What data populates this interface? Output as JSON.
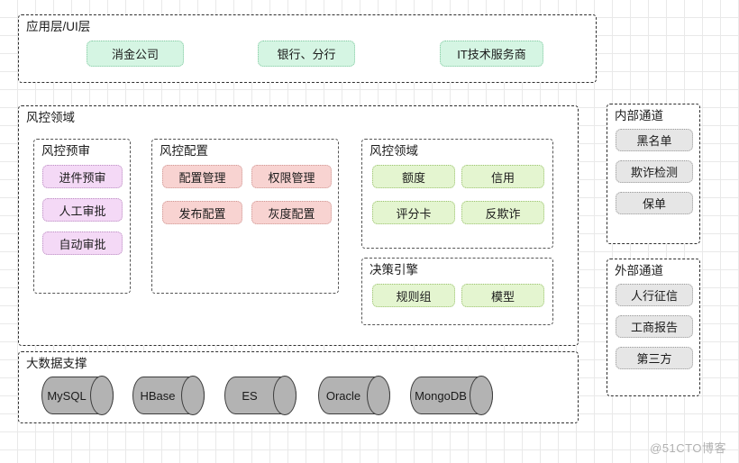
{
  "diagram": {
    "watermark": "@51CTO博客",
    "layers": [
      {
        "id": "app-ui-layer",
        "title": "应用层/UI层",
        "nodes": [
          {
            "label": "消金公司",
            "color": "#d5f5e3"
          },
          {
            "label": "银行、分行",
            "color": "#d5f5e3"
          },
          {
            "label": "IT技术服务商",
            "color": "#d5f5e3"
          }
        ]
      },
      {
        "id": "risk-control-domain",
        "title": "风控领域",
        "groups": [
          {
            "id": "risk-pre-approval",
            "title": "风控预审",
            "nodes": [
              {
                "label": "进件预审",
                "color": "#f4d9f6"
              },
              {
                "label": "人工审批",
                "color": "#f4d9f6"
              },
              {
                "label": "自动审批",
                "color": "#f4d9f6"
              }
            ]
          },
          {
            "id": "risk-config",
            "title": "风控配置",
            "nodes": [
              {
                "label": "配置管理",
                "color": "#f8d3d1"
              },
              {
                "label": "权限管理",
                "color": "#f8d3d1"
              },
              {
                "label": "发布配置",
                "color": "#f8d3d1"
              },
              {
                "label": "灰度配置",
                "color": "#f8d3d1"
              }
            ]
          },
          {
            "id": "risk-domain-inner",
            "title": "风控领域",
            "nodes": [
              {
                "label": "额度",
                "color": "#e4f5d0"
              },
              {
                "label": "信用",
                "color": "#e4f5d0"
              },
              {
                "label": "评分卡",
                "color": "#e4f5d0"
              },
              {
                "label": "反欺诈",
                "color": "#e4f5d0"
              }
            ]
          },
          {
            "id": "decision-engine",
            "title": "决策引擎",
            "nodes": [
              {
                "label": "规则组",
                "color": "#e4f5d0"
              },
              {
                "label": "模型",
                "color": "#e4f5d0"
              }
            ]
          }
        ]
      },
      {
        "id": "bigdata-support",
        "title": "大数据支撑",
        "databases": [
          {
            "label": "MySQL"
          },
          {
            "label": "HBase"
          },
          {
            "label": "ES"
          },
          {
            "label": "Oracle"
          },
          {
            "label": "MongoDB"
          }
        ]
      }
    ],
    "channels": [
      {
        "id": "internal-channel",
        "title": "内部通道",
        "nodes": [
          {
            "label": "黑名单",
            "color": "#e6e6e6"
          },
          {
            "label": "欺诈检测",
            "color": "#e6e6e6"
          },
          {
            "label": "保单",
            "color": "#e6e6e6"
          }
        ]
      },
      {
        "id": "external-channel",
        "title": "外部通道",
        "nodes": [
          {
            "label": "人行征信",
            "color": "#e6e6e6"
          },
          {
            "label": "工商报告",
            "color": "#e6e6e6"
          },
          {
            "label": "第三方",
            "color": "#e6e6e6"
          }
        ]
      }
    ]
  }
}
